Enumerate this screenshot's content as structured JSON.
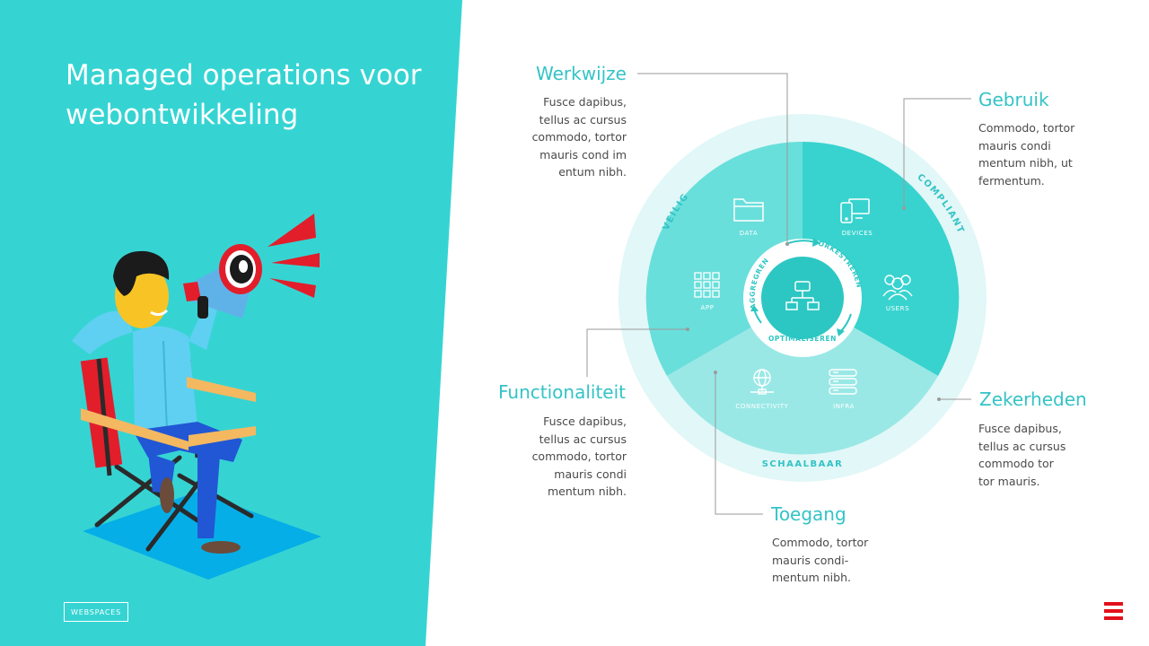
{
  "slide": {
    "title": "Managed operations voor webontwikkeling",
    "brand_tag": "WEBSPACES"
  },
  "colors": {
    "panel": "#35d4d3",
    "teal": "#34c3c6",
    "outer_ring": "#e2f7f7",
    "sector_light": "#69dfdc",
    "sector_main": "#38d3cf",
    "sector_pale": "#99e8e6",
    "accent_red": "#e3111b"
  },
  "wheel": {
    "ring_labels": {
      "left": "VEILIG",
      "right": "COMPLIANT",
      "bottom": "SCHAALBAAR"
    },
    "cycle_labels": {
      "left": "AGGREGREN",
      "right": "ORKESTREREN",
      "bottom": "OPTIMALISEREN"
    },
    "center_icon": "network-icon",
    "segments": [
      {
        "label": "DATA",
        "icon": "folder-icon"
      },
      {
        "label": "DEVICES",
        "icon": "devices-icon"
      },
      {
        "label": "APP",
        "icon": "app-grid-icon"
      },
      {
        "label": "USERS",
        "icon": "users-icon"
      },
      {
        "label": "CONNECTIVITY",
        "icon": "globe-icon"
      },
      {
        "label": "INFRA",
        "icon": "server-icon"
      }
    ]
  },
  "callouts": {
    "werkwijze": {
      "title": "Werkwijze",
      "body": "Fusce dapibus,\ntellus ac cursus\ncommodo, tortor\nmauris cond im\nentum nibh."
    },
    "gebruik": {
      "title": "Gebruik",
      "body": "Commodo, tortor\nmauris condi\nmentum nibh, ut\nfermentum."
    },
    "functionaliteit": {
      "title": "Functionaliteit",
      "body": "Fusce dapibus,\ntellus ac cursus\ncommodo, tortor\nmauris condi\nmentum nibh."
    },
    "zekerheden": {
      "title": "Zekerheden",
      "body": "Fusce dapibus,\ntellus ac cursus\ncommodo tor\ntor mauris."
    },
    "toegang": {
      "title": "Toegang",
      "body": "Commodo, tortor\nmauris condi-\nmentum nibh."
    }
  }
}
